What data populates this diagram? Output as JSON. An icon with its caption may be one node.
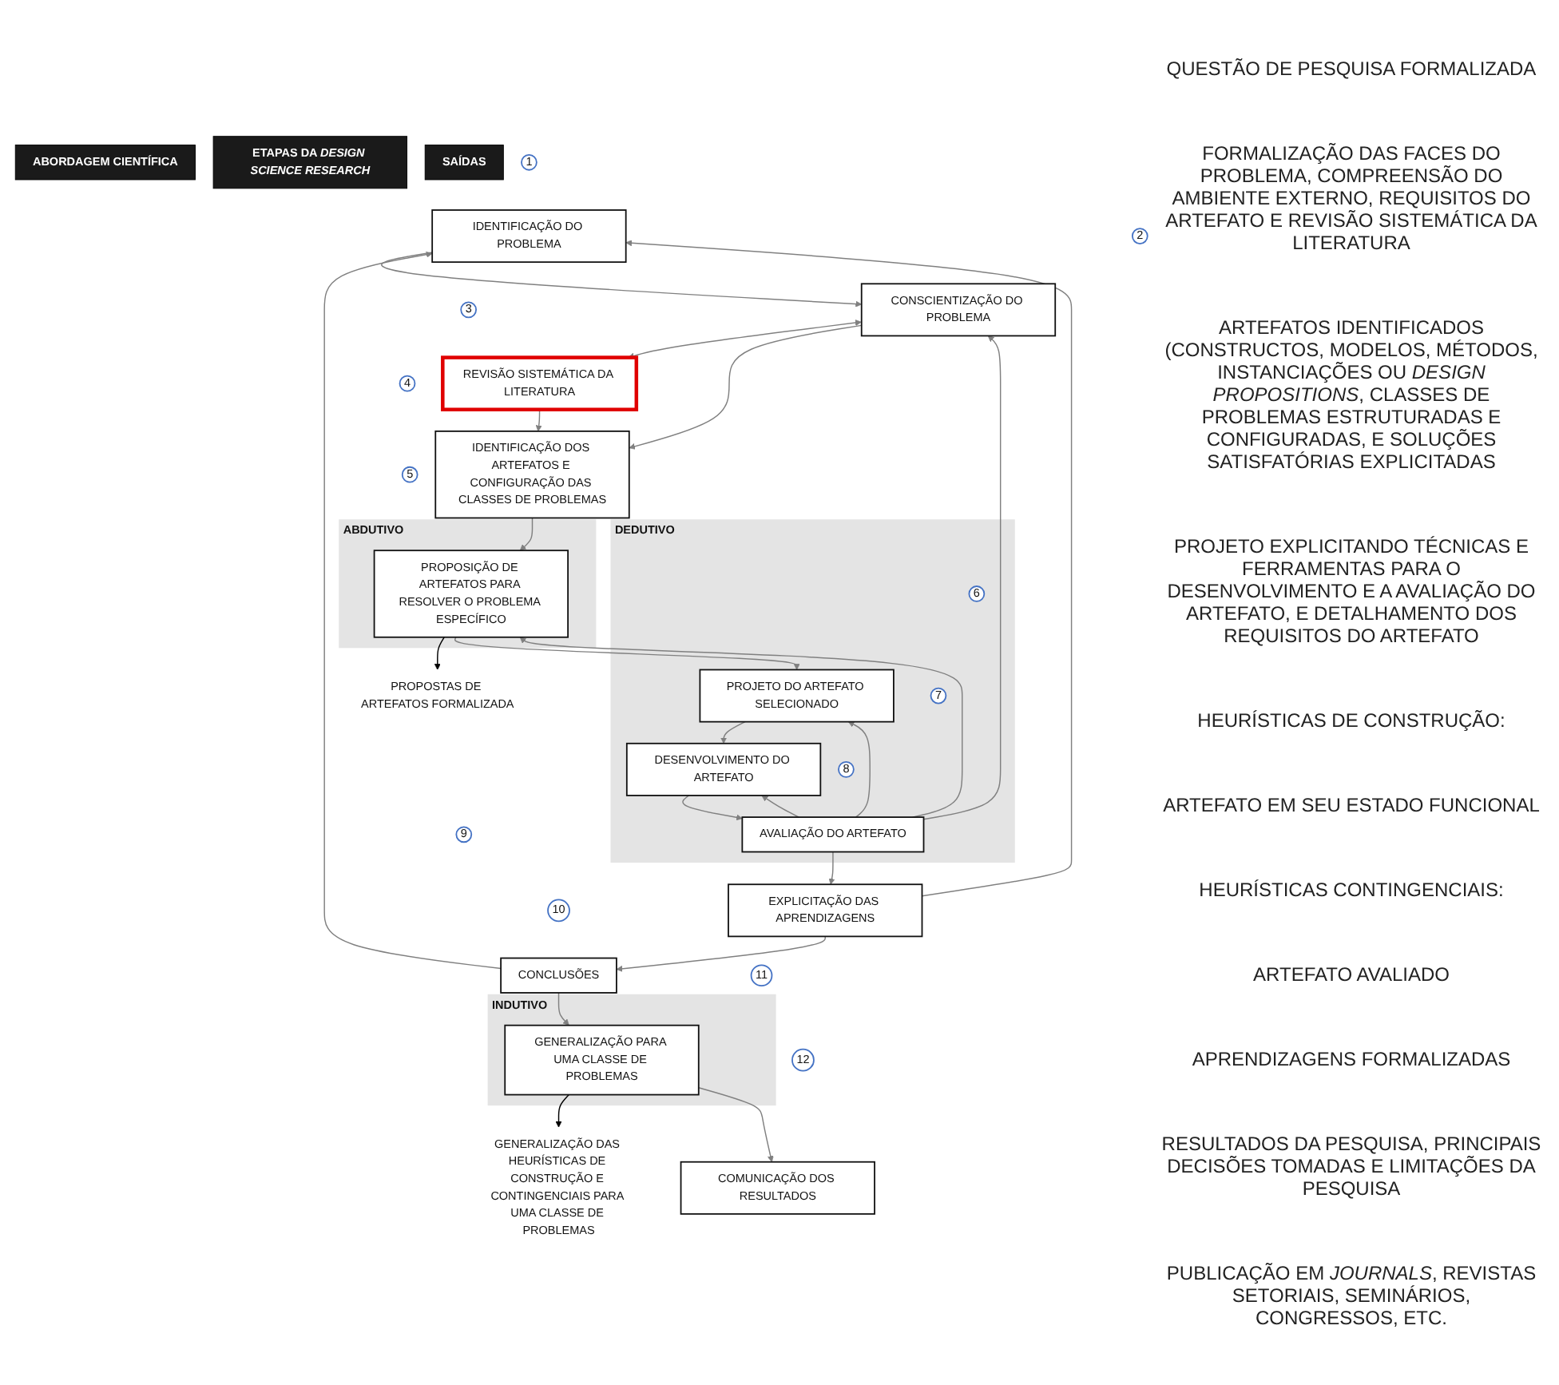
{
  "diagram": {
    "nodes": [
      {
        "text": [
          "ABORDAGEM CIENTÍFICA"
        ]
      },
      {
        "text": [
          "ETAPAS DA *DESIGN SCIENCE RESEARCH*"
        ]
      },
      {
        "text": [
          "SAÍDAS"
        ]
      },
      {
        "text": [
          "1"
        ]
      },
      {
        "text": [
          "IDENTIFICAÇÃO DO PROBLEMA"
        ]
      },
      {
        "text": [
          "2"
        ]
      },
      {
        "text": [
          "CONSCIENTIZAÇÃO DO PROBLEMA"
        ]
      },
      {
        "text": [
          "3"
        ]
      },
      {
        "text": [
          "REVISÃO SISTEMÁTICA DA LITERATURA"
        ]
      },
      {
        "text": [
          "4"
        ]
      },
      {
        "text": [
          "IDENTIFICAÇÃO DOS ARTEFATOS E CONFIGURAÇÃO DAS CLASSES DE PROBLEMAS"
        ]
      },
      {
        "text": [
          "ABDUTIVO"
        ]
      },
      {
        "text": [
          "5"
        ]
      },
      {
        "text": [
          "PROPOSIÇÃO DE ARTEFATOS PARA RESOLVER O PROBLEMA ESPECÍFICO"
        ],
        "in": 11
      },
      {
        "text": [
          "PROPOSTAS DE ARTEFATOS FORMALIZADA"
        ]
      },
      {
        "text": [
          "DEDUTIVO"
        ]
      },
      {
        "text": [
          "6"
        ],
        "in": 15
      },
      {
        "text": [
          "PROJETO DO ARTEFATO SELECIONADO"
        ],
        "in": 15
      },
      {
        "text": [
          "7"
        ],
        "in": 15
      },
      {
        "text": [
          "DESENVOLVIMENTO DO ARTEFATO"
        ],
        "in": 15
      },
      {
        "text": [
          "8"
        ],
        "in": 15
      },
      {
        "text": [
          "AVALIAÇÃO DO ARTEFATO"
        ],
        "in": 15
      },
      {
        "text": [
          "9"
        ]
      },
      {
        "text": [
          "EXPLICITAÇÃO DAS APRENDIZAGENS"
        ]
      },
      {
        "text": [
          "10"
        ]
      },
      {
        "text": [
          "CONCLUSÕES"
        ]
      },
      {
        "text": [
          "INDUTIVO"
        ]
      },
      {
        "text": [
          "11"
        ]
      },
      {
        "text": [
          "GENERALIZAÇÃO PARA UMA CLASSE DE PROBLEMAS"
        ],
        "in": 26
      },
      {
        "text": [
          "GENERALIZAÇÃO DAS HEURÍSTICAS DE CONSTRUÇÃO E CONTINGENCIAIS PARA UMA CLASSE DE PROBLEMAS"
        ]
      },
      {
        "text": [
          "12"
        ]
      },
      {
        "text": [
          "COMUNICAÇÃO DOS RESULTADOS"
        ]
      }
    ],
    "edges": [
      {
        "from": 4,
        "to": 6,
        "arrow": "to"
      },
      {
        "from": 6,
        "to": 8,
        "arrow": "both"
      },
      {
        "from": 6,
        "to": 10,
        "arrow": "to"
      },
      {
        "from": 8,
        "to": 10,
        "arrow": "to"
      },
      {
        "from": 10,
        "to": 13,
        "arrow": "to"
      },
      {
        "from": 13,
        "to": 14,
        "arrow": "to",
        "color": "#000000"
      },
      {
        "from": 13,
        "to": 17,
        "arrow": "to"
      },
      {
        "from": 17,
        "to": 19,
        "arrow": "to"
      },
      {
        "from": 19,
        "to": 21,
        "arrow": "to"
      },
      {
        "from": 21,
        "to": 23,
        "arrow": "to"
      },
      {
        "from": 23,
        "to": 25,
        "arrow": "to"
      },
      {
        "from": 25,
        "to": 28,
        "arrow": "to"
      },
      {
        "from": 28,
        "to": 29,
        "arrow": "to",
        "color": "#000000"
      },
      {
        "from": 28,
        "to": 31,
        "arrow": "to"
      },
      {
        "from": 21,
        "to": 13,
        "arrow": "to"
      },
      {
        "from": 21,
        "to": 17,
        "arrow": "to"
      },
      {
        "from": 21,
        "to": 19,
        "arrow": "to"
      },
      {
        "from": 21,
        "to": 6,
        "arrow": "to"
      },
      {
        "from": 23,
        "to": 4,
        "arrow": "to"
      },
      {
        "from": 25,
        "to": 4,
        "arrow": "to"
      }
    ],
    "labels": [
      "QUESTÃO DE PESQUISA FORMALIZADA",
      "FORMALIZAÇÃO DAS FACES DO PROBLEMA, COMPREENSÃO DO AMBIENTE EXTERNO, REQUISITOS DO ARTEFATO E REVISÃO SISTEMÁTICA DA LITERATURA",
      "ARTEFATOS IDENTIFICADOS (CONSTRUCTOS, MODELOS, MÉTODOS, INSTANCIAÇÕES OU *DESIGN PROPOSITIONS*, CLASSES DE PROBLEMAS ESTRUTURADAS E CONFIGURADAS, E SOLUÇÕES SATISFATÓRIAS EXPLICITADAS",
      "PROJETO EXPLICITANDO TÉCNICAS E FERRAMENTAS PARA O DESENVOLVIMENTO E A AVALIAÇÃO DO ARTEFATO, E DETALHAMENTO DOS REQUISITOS DO ARTEFATO",
      "HEURÍSTICAS DE CONSTRUÇÃO:",
      "ARTEFATO EM SEU ESTADO FUNCIONAL",
      "HEURÍSTICAS CONTINGENCIAIS:",
      "ARTEFATO AVALIADO",
      "APRENDIZAGENS FORMALIZADAS",
      "RESULTADOS DA PESQUISA, PRINCIPAIS DECISÕES TOMADAS E LIMITAÇÕES DA PESQUISA",
      "PUBLICAÇÃO EM *JOURNALS*, REVISTAS SETORIAIS, SEMINÁRIOS, CONGRESSOS, ETC."
    ]
  }
}
